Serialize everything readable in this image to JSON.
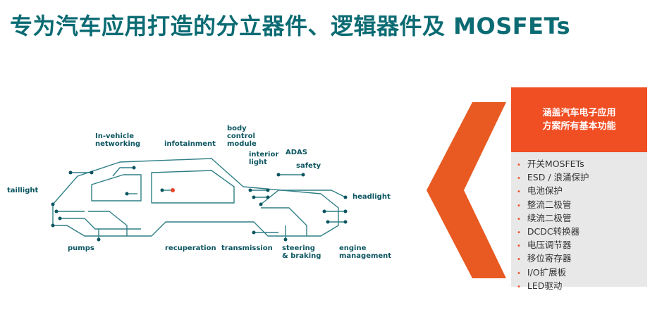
{
  "title": "专为汽车应用打造的分立器件、逻辑器件及 MOSFETs",
  "labels": {
    "in_vehicle": "In-vehicle\nnetworking",
    "infotainment": "infotainment",
    "body_control": "body\ncontrol\nmodule",
    "interior_light": "interior\nlight",
    "adas": "ADAS",
    "safety": "safety",
    "taillight": "taillight",
    "headlight": "headlight",
    "pumps": "pumps",
    "recuperation": "recuperation",
    "transmission": "transmission",
    "steering": "steering\n& braking",
    "engine": "engine\nmanagement"
  },
  "panel": {
    "header": "涵盖汽车电子应用\n方案所有基本功能",
    "items": [
      "开关MOSFETs",
      "ESD / 浪涌保护",
      "电池保护",
      "整流二极管",
      "续流二极管",
      "DCDC转换器",
      "电压调节器",
      "移位寄存器",
      "I/O扩展板",
      "LED驱动"
    ]
  },
  "colors": {
    "teal": "#0b6b73",
    "orange": "#f04e23",
    "panel_bg": "#e8e8e8",
    "highlight_dot": "#e8442a"
  }
}
